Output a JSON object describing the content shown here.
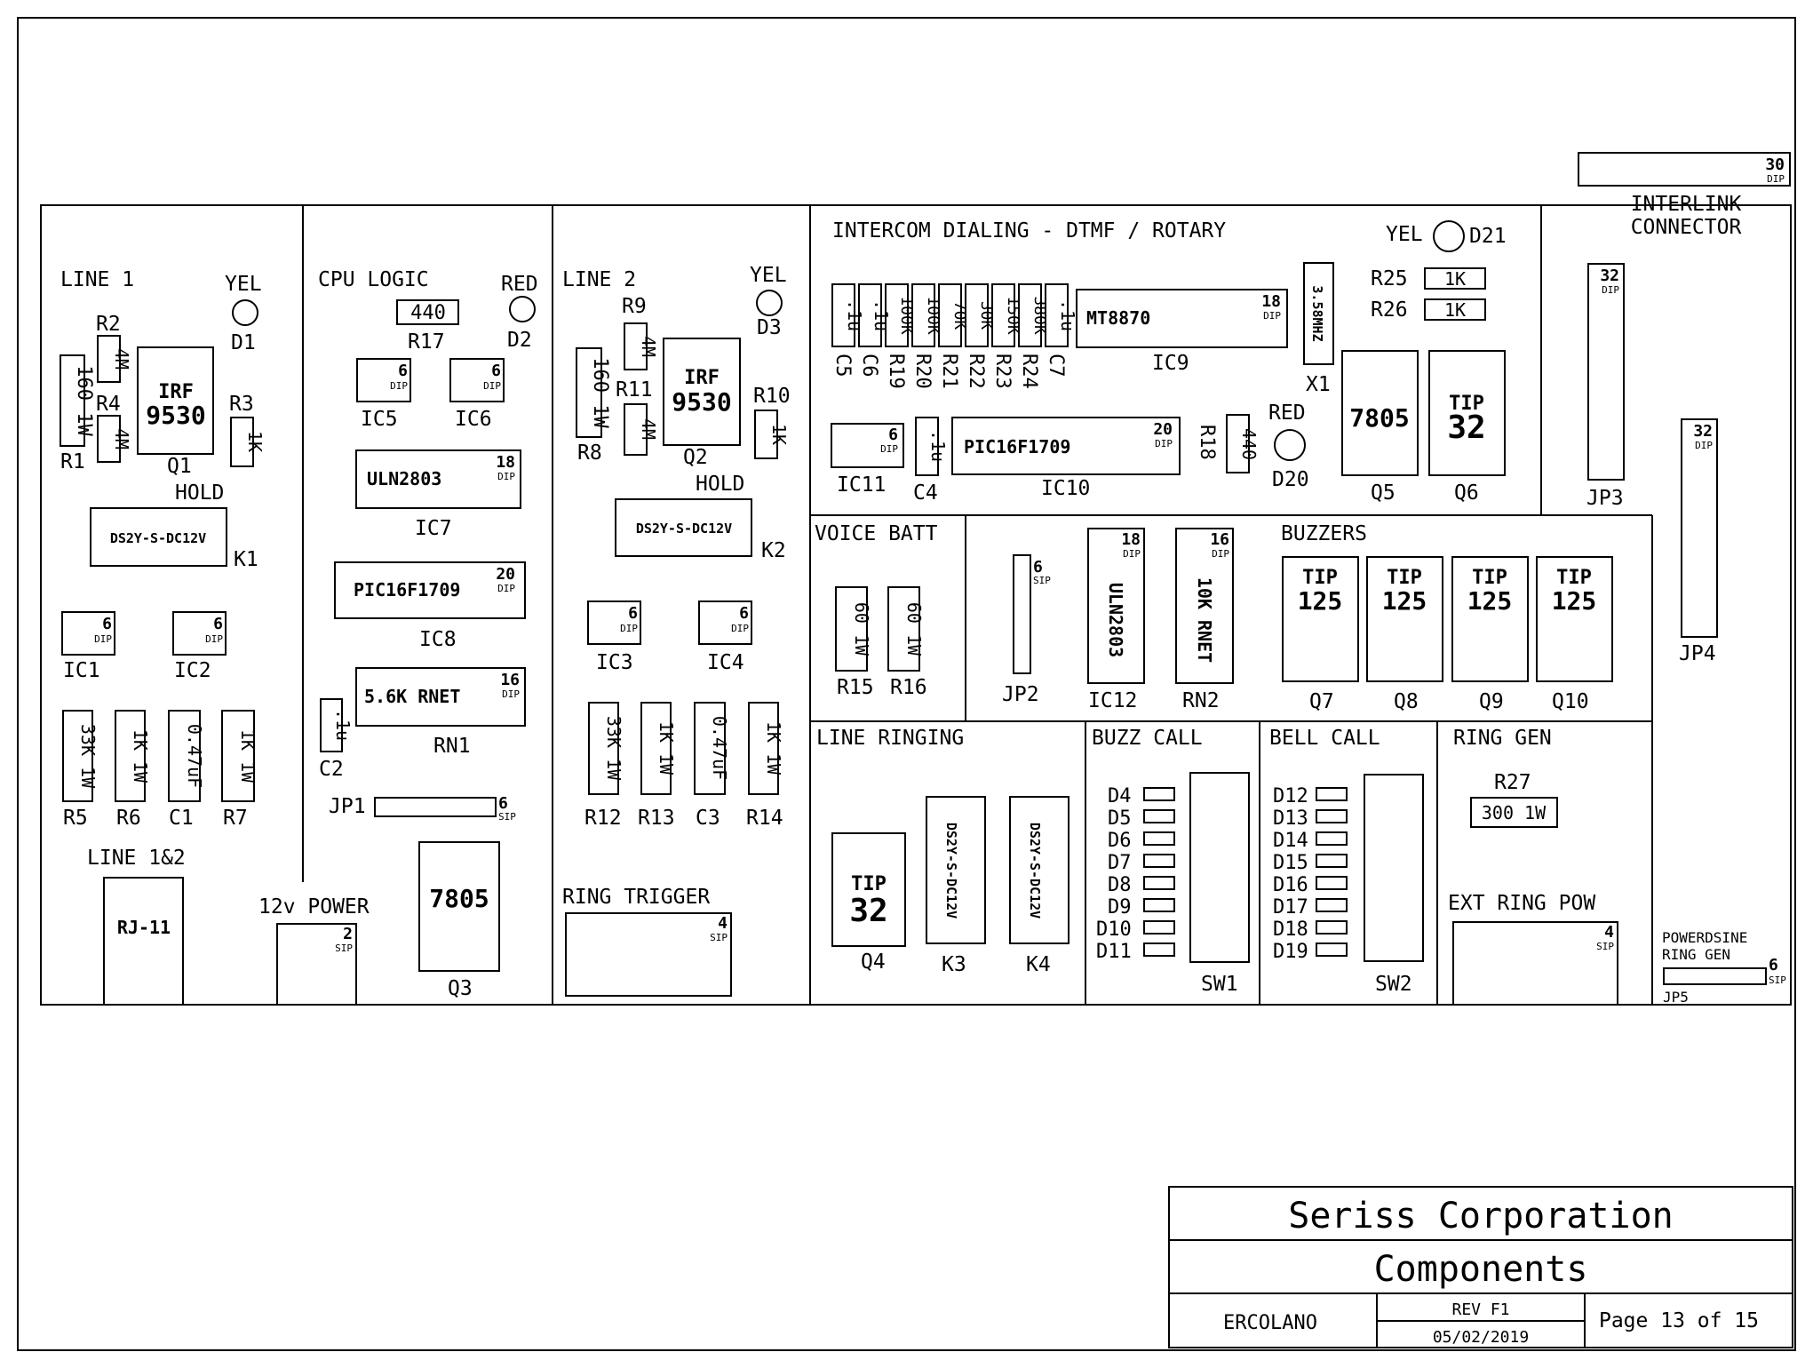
{
  "sections": {
    "line1": "LINE 1",
    "cpu": "CPU LOGIC",
    "line2": "LINE 2",
    "intercom": "INTERCOM DIALING - DTMF / ROTARY",
    "voice": "VOICE BATT",
    "buzzers": "BUZZERS",
    "line_ringing": "LINE RINGING",
    "buzz_call": "BUZZ CALL",
    "bell_call": "BELL CALL",
    "ring_gen": "RING GEN",
    "ext_ring": "EXT RING POW",
    "line12": "LINE 1&2",
    "power12": "12v POWER",
    "ring_trigger": "RING TRIGGER",
    "interlink1": "INTERLINK",
    "interlink2": "CONNECTOR",
    "powerdsine1": "POWERDSINE",
    "powerdsine2": "RING GEN"
  },
  "parts": {
    "yel": "YEL",
    "red": "RED",
    "d1": "D1",
    "d2": "D2",
    "d3": "D3",
    "d20": "D20",
    "d21": "D21",
    "r1": "R1",
    "r2": "R2",
    "r3": "R3",
    "r4": "R4",
    "r5": "R5",
    "r6": "R6",
    "r7": "R7",
    "r8": "R8",
    "r9": "R9",
    "r10": "R10",
    "r11": "R11",
    "r12": "R12",
    "r13": "R13",
    "r14": "R14",
    "r15": "R15",
    "r16": "R16",
    "r17": "R17",
    "r18": "R18",
    "r19": "R19",
    "r20": "R20",
    "r21": "R21",
    "r22": "R22",
    "r23": "R23",
    "r24": "R24",
    "r25": "R25",
    "r26": "R26",
    "r27": "R27",
    "c1": "C1",
    "c2": "C2",
    "c3": "C3",
    "c4": "C4",
    "c5": "C5",
    "c6": "C6",
    "c7": "C7",
    "q1": "Q1",
    "q2": "Q2",
    "q3": "Q3",
    "q4": "Q4",
    "q5": "Q5",
    "q6": "Q6",
    "q7": "Q7",
    "q8": "Q8",
    "q9": "Q9",
    "q10": "Q10",
    "k1": "K1",
    "k2": "K2",
    "k3": "K3",
    "k4": "K4",
    "ic1": "IC1",
    "ic2": "IC2",
    "ic3": "IC3",
    "ic4": "IC4",
    "ic5": "IC5",
    "ic6": "IC6",
    "ic7": "IC7",
    "ic8": "IC8",
    "ic9": "IC9",
    "ic10": "IC10",
    "ic11": "IC11",
    "ic12": "IC12",
    "rn1": "RN1",
    "rn2": "RN2",
    "jp1": "JP1",
    "jp2": "JP2",
    "jp3": "JP3",
    "jp4": "JP4",
    "jp5": "JP5",
    "x1": "X1",
    "sw1": "SW1",
    "sw2": "SW2",
    "hold": "HOLD",
    "v160": "160 1W",
    "v4m": "4M",
    "v1k": "1K",
    "v440": "440",
    "v33k": "33K 1W",
    "v1k1w": "1K 1W",
    "v047": "0.47uF",
    "v1u": ".1u",
    "v100k": "100K",
    "v70k": "70K",
    "v30k": "30K",
    "v150k": "150K",
    "v380k": "380K",
    "v60": "60 1W",
    "v300": "300 1W",
    "v358": "3.58MHZ",
    "irf": "IRF",
    "n9530": "9530",
    "tip": "TIP",
    "n32": "32",
    "n125": "125",
    "n7805": "7805",
    "relay": "DS2Y-S-DC12V",
    "uln": "ULN2803",
    "pic": "PIC16F1709",
    "rnet56": "5.6K RNET",
    "rnet10": "10K RNET",
    "mt": "MT8870",
    "rj11": "RJ-11",
    "dip": "DIP",
    "sip": "SIP",
    "n2": "2",
    "n4": "4",
    "n6": "6",
    "n16": "16",
    "n18": "18",
    "n20": "20",
    "n30": "30",
    "d4": "D4",
    "d5": "D5",
    "d6": "D6",
    "d7": "D7",
    "d8": "D8",
    "d9": "D9",
    "d10": "D10",
    "d11": "D11",
    "d12": "D12",
    "d13": "D13",
    "d14": "D14",
    "d15": "D15",
    "d16": "D16",
    "d17": "D17",
    "d18": "D18",
    "d19": "D19"
  },
  "title_block": {
    "company": "Seriss Corporation",
    "title": "Components",
    "author": "ERCOLANO",
    "rev": "REV F1",
    "date": "05/02/2019",
    "page": "Page 13 of 15"
  }
}
